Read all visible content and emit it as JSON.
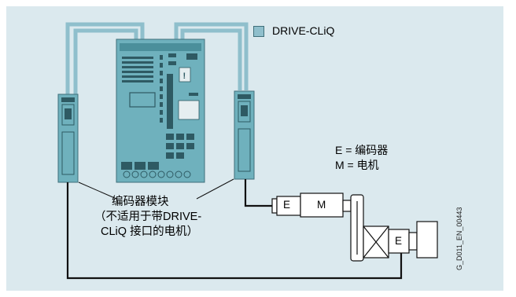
{
  "legend": {
    "swatch_color": "#8fbfcc",
    "label": "DRIVE-CLiQ"
  },
  "key": {
    "line1": "E = 编码器",
    "line2": "M = 电机"
  },
  "callout": {
    "line1": "编码器模块",
    "line2": "（不适用于带DRIVE-",
    "line3": "CLiQ 接口的电机）"
  },
  "motor_row": {
    "encoder_label": "E",
    "motor_label": "M"
  },
  "gear_row": {
    "encoder_label": "E"
  },
  "doc_id": "G_D011_EN_00443",
  "colors": {
    "background": "#dbe9ee",
    "drive_cliq_cable": "#8fbfcc",
    "device_body": "#6fb1bd",
    "encoder_cable": "#000000"
  }
}
